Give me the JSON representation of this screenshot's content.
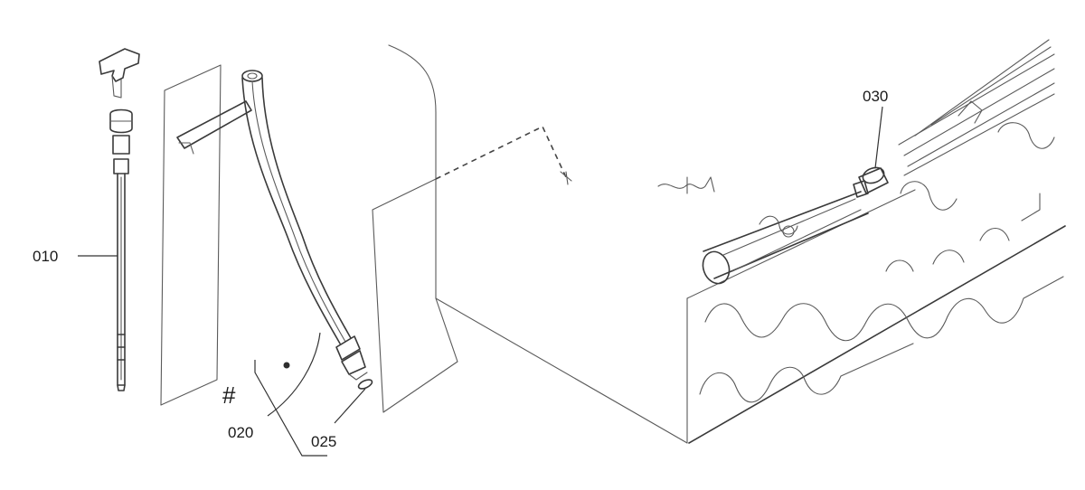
{
  "callouts": {
    "c010": "010",
    "c020": "020",
    "c025": "025",
    "c030": "030",
    "hash": "#"
  },
  "icons": [
    "dipstick-part",
    "dipstick-tube-part",
    "o-ring-part",
    "drain-plug-part",
    "engine-block-outline"
  ]
}
